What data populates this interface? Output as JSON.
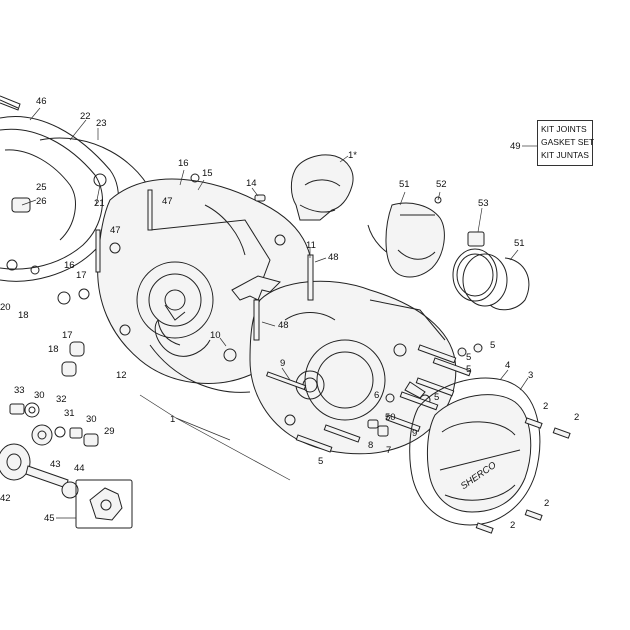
{
  "callouts": [
    {
      "id": "c46",
      "text": "46"
    },
    {
      "id": "c22",
      "text": "22"
    },
    {
      "id": "c23",
      "text": "23"
    },
    {
      "id": "c16a",
      "text": "16"
    },
    {
      "id": "c15",
      "text": "15"
    },
    {
      "id": "c14",
      "text": "14"
    },
    {
      "id": "c1star",
      "text": "1*"
    },
    {
      "id": "c25",
      "text": "25"
    },
    {
      "id": "c26",
      "text": "26"
    },
    {
      "id": "c21",
      "text": "21"
    },
    {
      "id": "c47a",
      "text": "47"
    },
    {
      "id": "c47b",
      "text": "47"
    },
    {
      "id": "c16b",
      "text": "16"
    },
    {
      "id": "c11",
      "text": "11"
    },
    {
      "id": "c48a",
      "text": "48"
    },
    {
      "id": "c51a",
      "text": "51"
    },
    {
      "id": "c52",
      "text": "52"
    },
    {
      "id": "c53",
      "text": "53"
    },
    {
      "id": "c51b",
      "text": "51"
    },
    {
      "id": "c20",
      "text": "20"
    },
    {
      "id": "c18a",
      "text": "18"
    },
    {
      "id": "c48b",
      "text": "48"
    },
    {
      "id": "c17a",
      "text": "17"
    },
    {
      "id": "c17b",
      "text": "17"
    },
    {
      "id": "c18b",
      "text": "18"
    },
    {
      "id": "c10",
      "text": "10"
    },
    {
      "id": "c9a",
      "text": "9"
    },
    {
      "id": "c12",
      "text": "12"
    },
    {
      "id": "c5a",
      "text": "5"
    },
    {
      "id": "c5b",
      "text": "5"
    },
    {
      "id": "c5c",
      "text": "5"
    },
    {
      "id": "c4",
      "text": "4"
    },
    {
      "id": "c3",
      "text": "3"
    },
    {
      "id": "c33",
      "text": "33"
    },
    {
      "id": "c30a",
      "text": "30"
    },
    {
      "id": "c32",
      "text": "32"
    },
    {
      "id": "c31",
      "text": "31"
    },
    {
      "id": "c30b",
      "text": "30"
    },
    {
      "id": "c29",
      "text": "29"
    },
    {
      "id": "c1",
      "text": "1"
    },
    {
      "id": "c6",
      "text": "6"
    },
    {
      "id": "c50",
      "text": "50"
    },
    {
      "id": "c5d",
      "text": "5"
    },
    {
      "id": "c2a",
      "text": "2"
    },
    {
      "id": "c2b",
      "text": "2"
    },
    {
      "id": "c8",
      "text": "8"
    },
    {
      "id": "c7",
      "text": "7"
    },
    {
      "id": "c9b",
      "text": "9"
    },
    {
      "id": "c5e",
      "text": "5"
    },
    {
      "id": "c43",
      "text": "43"
    },
    {
      "id": "c44",
      "text": "44"
    },
    {
      "id": "c42",
      "text": "42"
    },
    {
      "id": "c45",
      "text": "45"
    },
    {
      "id": "c2c",
      "text": "2"
    },
    {
      "id": "c2d",
      "text": "2"
    },
    {
      "id": "c49",
      "text": "49"
    }
  ],
  "kit_box": {
    "line1": "KIT JOINTS",
    "line2": "GASKET SET",
    "line3": "KIT JUNTAS"
  },
  "cover_logo": "SHERCO"
}
